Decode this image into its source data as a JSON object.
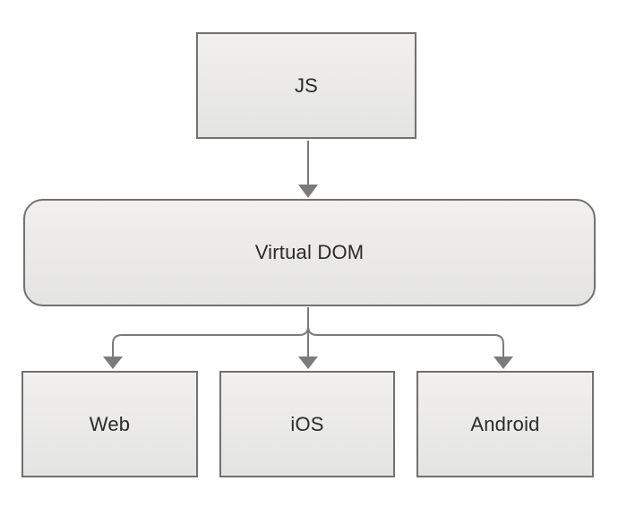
{
  "diagram": {
    "nodes": {
      "js": {
        "label": "JS"
      },
      "virtual_dom": {
        "label": "Virtual DOM"
      },
      "web": {
        "label": "Web"
      },
      "ios": {
        "label": "iOS"
      },
      "android": {
        "label": "Android"
      }
    },
    "edges": [
      {
        "from": "JS",
        "to": "Virtual DOM"
      },
      {
        "from": "Virtual DOM",
        "to": "Web"
      },
      {
        "from": "Virtual DOM",
        "to": "iOS"
      },
      {
        "from": "Virtual DOM",
        "to": "Android"
      }
    ],
    "colors": {
      "background": "#ffffff",
      "node_border": "#717171",
      "node_fill_top": "#f1f0ef",
      "node_fill_bottom": "#e4e4e3",
      "connector": "#7b7b7b",
      "text": "#2b2b2b"
    }
  }
}
